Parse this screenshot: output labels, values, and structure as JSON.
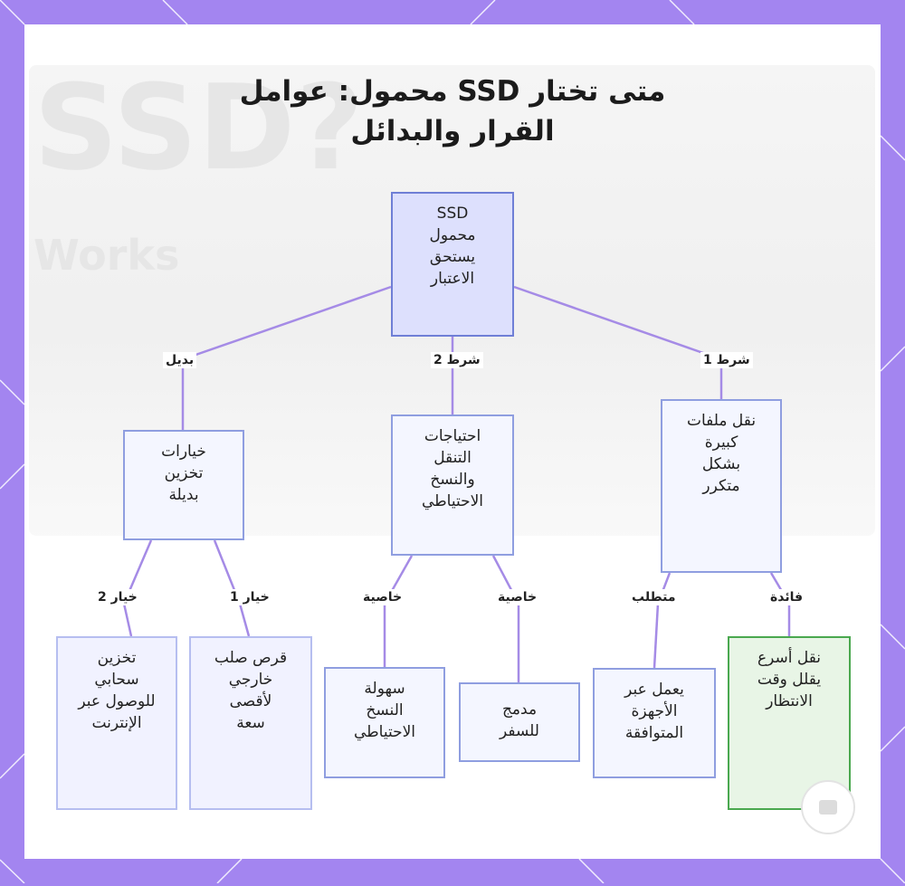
{
  "title": "متى تختار SSD محمول: عوامل\nالقرار والبدائل",
  "background_text": {
    "big": "SSD?",
    "small": "Works"
  },
  "nodes": {
    "root": "SSD\nمحمول\nيستحق\nالاعتبار",
    "large_files": "نقل ملفات\nكبيرة\nبشكل\nمتكرر",
    "mobility": "احتياجات\nالتنقل\nوالنسخ\nالاحتياطي",
    "alternatives": "خيارات\nتخزين\nبديلة",
    "faster": "نقل أسرع\nيقلل وقت\nالانتظار",
    "compatible": "يعمل عبر\nالأجهزة\nالمتوافقة",
    "compact": "مدمج\nللسفر",
    "easy_backup": "سهولة\nالنسخ\nالاحتياطي",
    "external_hdd": "قرص صلب\nخارجي\nلأقصى\nسعة",
    "cloud": "تخزين\nسحابي\nللوصول عبر\nالإنترنت"
  },
  "edge_labels": {
    "cond1": "شرط 1",
    "cond2": "شرط 2",
    "alt": "بديل",
    "benefit": "فائدة",
    "requirement": "متطلب",
    "feature_a": "خاصية",
    "feature_b": "خاصية",
    "option1": "خيار 1",
    "option2": "خيار 2"
  },
  "colors": {
    "border": "#a385f0",
    "node_fill": "#f4f6ff",
    "node_stroke": "#8f9ee0",
    "root_fill": "#dde0fd",
    "green_fill": "#e8f5e6",
    "green_stroke": "#4aa84f",
    "edge": "#a58be6"
  }
}
